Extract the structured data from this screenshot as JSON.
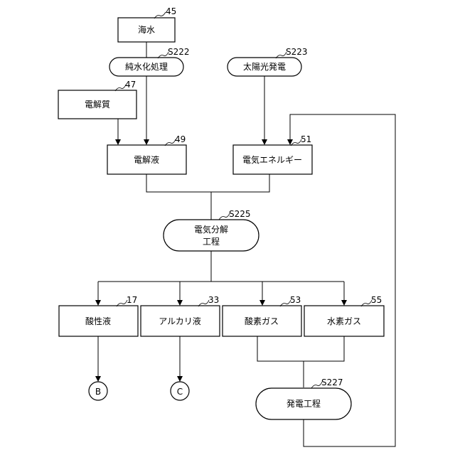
{
  "nodes": {
    "seawater": {
      "label": "海水",
      "ref": "45"
    },
    "pure_water": {
      "label": "純水化処理",
      "ref": "S222"
    },
    "solar": {
      "label": "太陽光発電",
      "ref": "S223"
    },
    "electrolyte": {
      "label": "電解質",
      "ref": "47"
    },
    "electrolyte_solution": {
      "label": "電解液",
      "ref": "49"
    },
    "electric_energy": {
      "label": "電気エネルギー",
      "ref": "51"
    },
    "electrolysis": {
      "label_line1": "電気分解",
      "label_line2": "工程",
      "ref": "S225"
    },
    "acid": {
      "label": "酸性液",
      "ref": "17"
    },
    "alkali": {
      "label": "アルカリ液",
      "ref": "33"
    },
    "oxygen": {
      "label": "酸素ガス",
      "ref": "53"
    },
    "hydrogen": {
      "label": "水素ガス",
      "ref": "55"
    },
    "connector_b": {
      "label": "B"
    },
    "connector_c": {
      "label": "C"
    },
    "power_gen": {
      "label": "発電工程",
      "ref": "S227"
    }
  }
}
